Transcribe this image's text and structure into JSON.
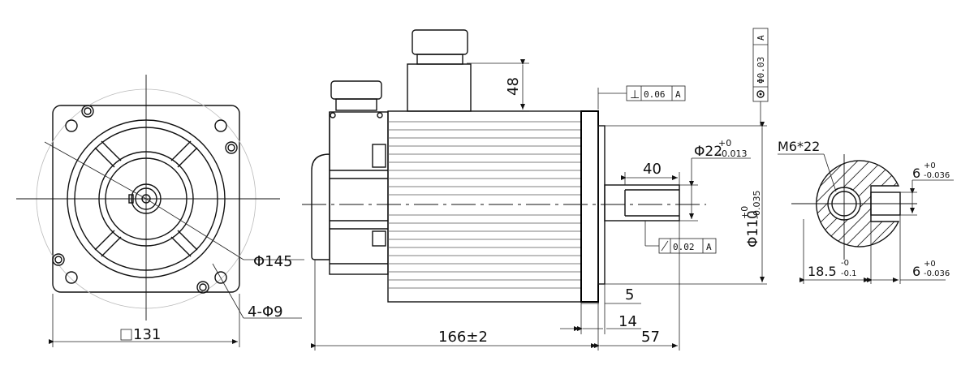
{
  "front_view": {
    "pcd_dim": "Φ145",
    "holes_dim": "4-Φ9",
    "square_dim": "131"
  },
  "side_view": {
    "connector_height": "48",
    "perp_tol": {
      "value": "0.06",
      "datum": "A"
    },
    "shaft_dia": {
      "base": "Φ22",
      "upper": "+0",
      "lower": "-0.013"
    },
    "shaft_len": "40",
    "runout_tol": {
      "value": "0.02",
      "datum": "A"
    },
    "flange_dia": {
      "base": "Φ110",
      "upper": "+0",
      "lower": "-0.035"
    },
    "conc_tol": {
      "value": "Φ0.03",
      "datum": "A"
    },
    "body_len": "166±2",
    "flange_thk": "5",
    "spigot_len": "14",
    "shaft_total": "57"
  },
  "shaft_section": {
    "thread": "M6*22",
    "key_width": {
      "base": "6",
      "upper": "+0",
      "lower": "-0.036"
    },
    "key_depth": {
      "base": "18.5",
      "upper": "-0",
      "lower": "-0.1"
    },
    "key_width2": {
      "base": "6",
      "upper": "+0",
      "lower": "-0.036"
    }
  }
}
